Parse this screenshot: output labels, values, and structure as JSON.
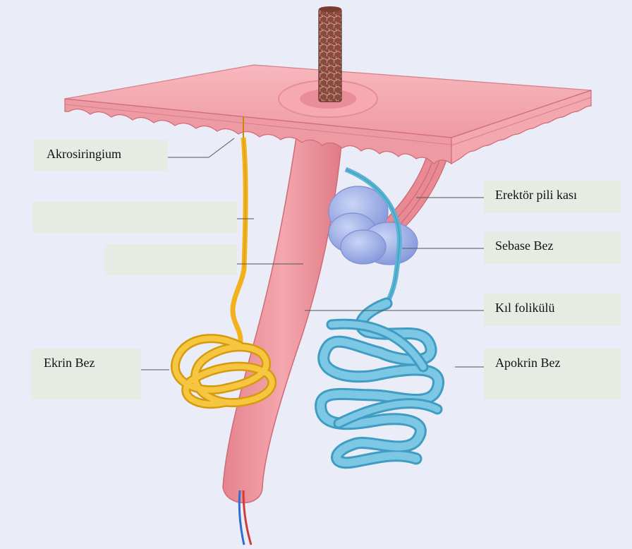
{
  "labels": {
    "akrosiringium": "Akrosiringium",
    "erektor": "Erektör pili kası",
    "sebase": "Sebase Bez",
    "kil": "Kıl folikülü",
    "ekrin": "Ekrin Bez",
    "apokrin": "Apokrin Bez",
    "blank1": "",
    "blank2": ""
  },
  "colors": {
    "skin": "#f0a0a6",
    "skin_dark": "#d9727e",
    "hair_shaft": "#8a4a3e",
    "eccrine": "#f2b21c",
    "apocrine": "#5ab4d4",
    "sebaceous": "#9aaee6",
    "label_bg": "#e6ece4"
  }
}
